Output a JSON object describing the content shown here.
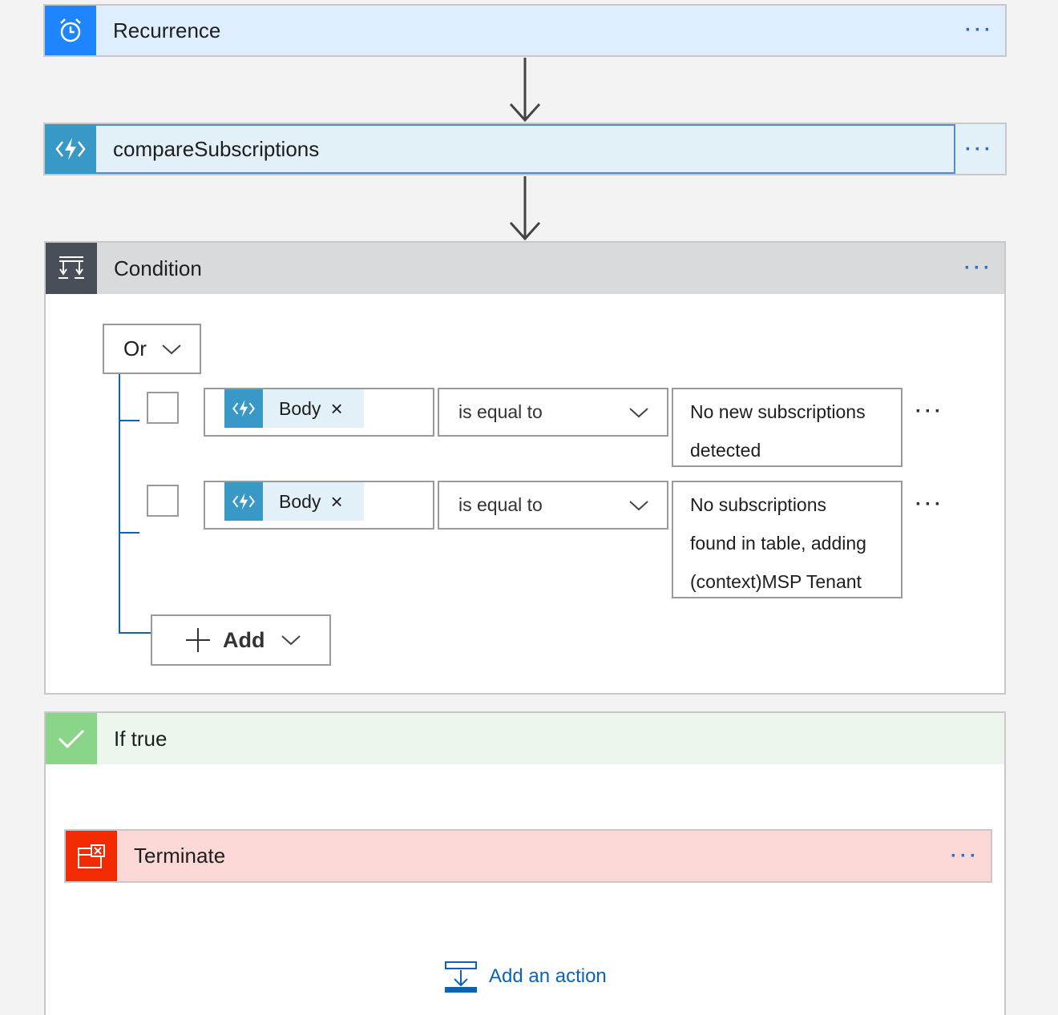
{
  "steps": {
    "recurrence": {
      "title": "Recurrence",
      "menu": "···"
    },
    "compare": {
      "title": "compareSubscriptions",
      "menu": "···"
    }
  },
  "condition": {
    "title": "Condition",
    "menu": "···",
    "group_operator": "Or",
    "rows": [
      {
        "token": "Body",
        "token_remove": "×",
        "operator": "is equal to",
        "value_lines": [
          "No new subscriptions",
          "detected"
        ],
        "menu": "···"
      },
      {
        "token": "Body",
        "token_remove": "×",
        "operator": "is equal to",
        "value_lines": [
          "No subscriptions",
          "found in table, adding",
          "(context)MSP Tenant"
        ],
        "menu": "···"
      }
    ],
    "add_label": "Add"
  },
  "if_true": {
    "title": "If true",
    "terminate": {
      "title": "Terminate",
      "menu": "···"
    },
    "add_action": "Add an action"
  },
  "colors": {
    "recurrence_icon": "#1f85ff",
    "recurrence_bg": "#dfeeff",
    "function_icon": "#3999c6",
    "function_bg": "#e2f0f8",
    "condition_icon": "#484f58",
    "condition_bg": "#d9dadb",
    "true_icon": "#8bd58a",
    "true_bg": "#ecf6ec",
    "terminate_icon": "#f32b00",
    "terminate_bg": "#fcd9d7",
    "link": "#0b63b5"
  }
}
